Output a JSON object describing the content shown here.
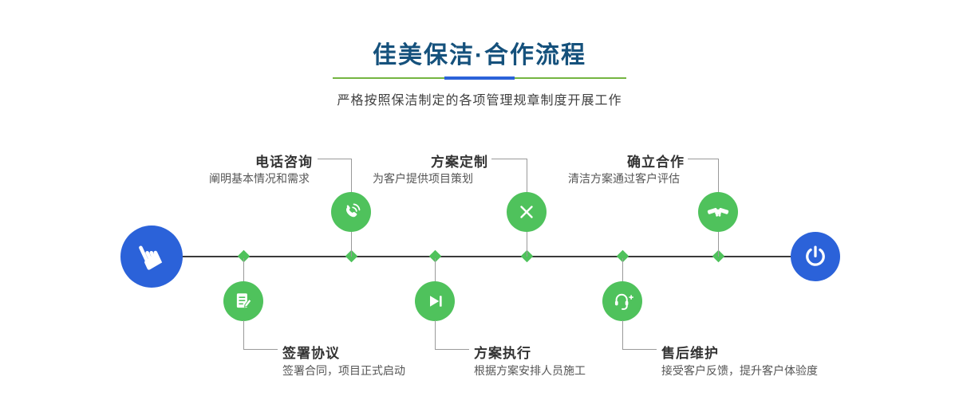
{
  "header": {
    "title": "佳美保洁·合作流程",
    "subtitle": "严格按照保洁制定的各项管理规章制度开展工作"
  },
  "timeline": {
    "start_icon": "pointer-hand-icon",
    "start_glyph": "☛",
    "end_icon": "power-icon"
  },
  "steps_top": [
    {
      "icon": "phone-icon",
      "title": "电话咨询",
      "desc": "阐明基本情况和需求"
    },
    {
      "icon": "design-icon",
      "title": "方案定制",
      "desc": "为客户提供项目策划"
    },
    {
      "icon": "handshake-icon",
      "title": "确立合作",
      "desc": "清洁方案通过客户评估"
    }
  ],
  "steps_bottom": [
    {
      "icon": "sign-contract-icon",
      "title": "签署协议",
      "desc": "签署合同，项目正式启动"
    },
    {
      "icon": "execute-icon",
      "title": "方案执行",
      "desc": "根据方案安排人员施工"
    },
    {
      "icon": "after-sales-icon",
      "title": "售后维护",
      "desc": "接受客户反馈，提升客户体验度"
    }
  ],
  "colors": {
    "primary_blue": "#2b62d9",
    "step_green": "#4fc25c",
    "title_blue": "#15517c",
    "line_dark": "#3a3a3a"
  }
}
